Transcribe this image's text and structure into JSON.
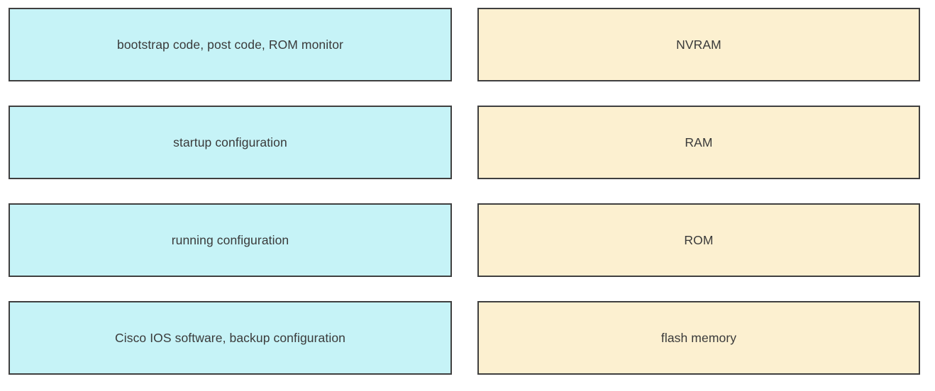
{
  "question": {
    "type": "drag-and-drop-matching",
    "left_column_role": "items to drag (router components/files)",
    "right_column_role": "drop targets (memory locations)"
  },
  "colors": {
    "source_box_bg": "#c6f3f7",
    "target_box_bg": "#fcf0d0",
    "box_border": "#3f3f3f",
    "text": "#3a3a3a",
    "page_background": "#ffffff"
  },
  "left_column": {
    "items": [
      {
        "label": "bootstrap code, post code, ROM monitor"
      },
      {
        "label": "startup configuration"
      },
      {
        "label": "running configuration"
      },
      {
        "label": "Cisco IOS software, backup configuration"
      }
    ]
  },
  "right_column": {
    "items": [
      {
        "label": "NVRAM"
      },
      {
        "label": "RAM"
      },
      {
        "label": "ROM"
      },
      {
        "label": "flash memory"
      }
    ]
  }
}
